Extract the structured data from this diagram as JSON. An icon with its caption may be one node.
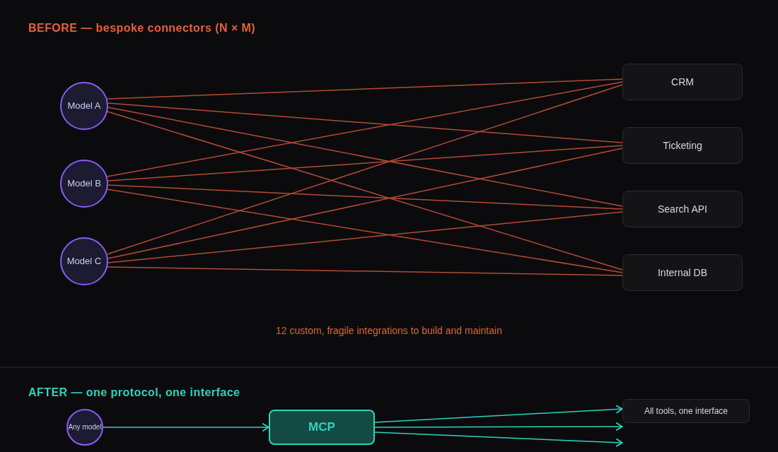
{
  "diagram": {
    "nodes": [
      {
        "text": [
          "Model A"
        ]
      },
      {
        "text": [
          "Model B"
        ]
      },
      {
        "text": [
          "Model C"
        ]
      },
      {
        "text": [
          "CRM"
        ]
      },
      {
        "text": [
          "Ticketing"
        ]
      },
      {
        "text": [
          "Search API"
        ]
      },
      {
        "text": [
          "Internal DB"
        ]
      },
      {
        "text": [
          "Any model"
        ]
      },
      {
        "text": [
          "MCP"
        ]
      },
      {
        "text": [
          "All tools, one interface"
        ]
      }
    ],
    "edges": [
      {
        "from": 0,
        "to": 3,
        "arrow": "none"
      },
      {
        "from": 0,
        "to": 4,
        "arrow": "none"
      },
      {
        "from": 0,
        "to": 5,
        "arrow": "none"
      },
      {
        "from": 0,
        "to": 6,
        "arrow": "none"
      },
      {
        "from": 1,
        "to": 3,
        "arrow": "none"
      },
      {
        "from": 1,
        "to": 4,
        "arrow": "none"
      },
      {
        "from": 1,
        "to": 5,
        "arrow": "none"
      },
      {
        "from": 1,
        "to": 6,
        "arrow": "none"
      },
      {
        "from": 2,
        "to": 3,
        "arrow": "none"
      },
      {
        "from": 2,
        "to": 4,
        "arrow": "none"
      },
      {
        "from": 2,
        "to": 5,
        "arrow": "none"
      },
      {
        "from": 2,
        "to": 6,
        "arrow": "none"
      },
      {
        "from": 7,
        "to": 8,
        "arrow": "to",
        "color": "#2dd4bf"
      },
      {
        "from": 8,
        "to": 9,
        "arrow": "to",
        "color": "#2dd4bf"
      },
      {
        "from": 8,
        "to": 9,
        "arrow": "to",
        "color": "#2dd4bf"
      },
      {
        "from": 8,
        "to": 9,
        "arrow": "to",
        "color": "#2dd4bf"
      }
    ],
    "labels": [
      "BEFORE — bespoke connectors (N × M)",
      "12 custom, fragile integrations to build and maintain",
      "AFTER — one protocol, one interface"
    ]
  }
}
